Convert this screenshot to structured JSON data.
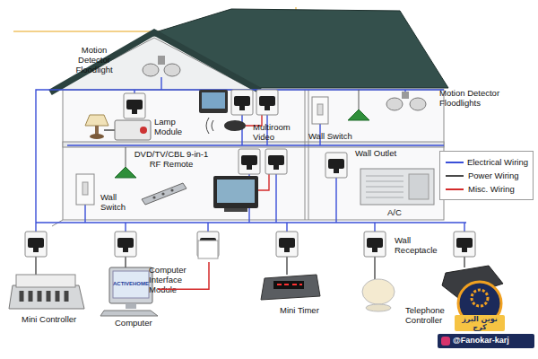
{
  "diagram": {
    "nodes": [
      {
        "text": [
          "Motion Detector Floodlight"
        ]
      },
      {
        "text": [
          "Lamp Module"
        ]
      },
      {
        "text": [
          "Multiroom Video"
        ]
      },
      {
        "text": [
          "Wall Switch"
        ]
      },
      {
        "text": [
          "Motion Detector Floodlights"
        ]
      },
      {
        "text": [
          "DVD/TV/CBL 9-in-1 RF Remote"
        ]
      },
      {
        "text": [
          "Wall Switch"
        ]
      },
      {
        "text": [
          "Wall Outlet"
        ]
      },
      {
        "text": [
          "A/C"
        ]
      },
      {
        "text": [
          "Mini Controller"
        ]
      },
      {
        "text": [
          "Computer"
        ]
      },
      {
        "text": [
          "Computer Interface Module"
        ]
      },
      {
        "text": [
          "Mini Timer"
        ]
      },
      {
        "text": [
          "Wall Receptacle"
        ]
      },
      {
        "text": [
          "Telephone Controller"
        ]
      }
    ],
    "edges": [
      {
        "from": 10,
        "to": 11,
        "arrow": "none"
      }
    ],
    "labels": [
      "ACTIVEHOME",
      "نوین البرز کرج",
      "@Fanokar-karj"
    ],
    "legend": [
      {
        "text": "Electrical Wiring"
      },
      {
        "text": "Power Wiring"
      },
      {
        "text": "Misc. Wiring"
      }
    ]
  }
}
